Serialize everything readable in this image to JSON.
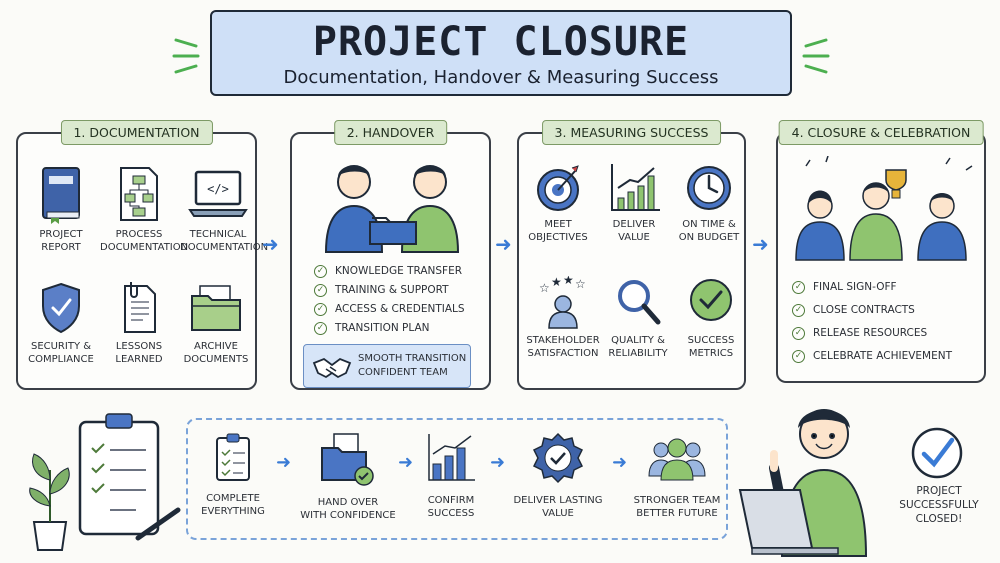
{
  "title": "PROJECT CLOSURE",
  "subtitle": "Documentation, Handover & Measuring Success",
  "panels": [
    {
      "tag": "1. DOCUMENTATION",
      "items": [
        {
          "icon": "report-book-icon",
          "label": "PROJECT REPORT"
        },
        {
          "icon": "flowchart-icon",
          "label": "PROCESS DOCUMENTATION"
        },
        {
          "icon": "laptop-code-icon",
          "label": "TECHNICAL DOCUMENTATION"
        },
        {
          "icon": "shield-icon",
          "label": "SECURITY & COMPLIANCE"
        },
        {
          "icon": "document-clip-icon",
          "label": "LESSONS LEARNED"
        },
        {
          "icon": "folder-archive-icon",
          "label": "ARCHIVE DOCUMENTS"
        }
      ]
    },
    {
      "tag": "2. HANDOVER",
      "checklist": [
        "KNOWLEDGE TRANSFER",
        "TRAINING & SUPPORT",
        "ACCESS & CREDENTIALS",
        "TRANSITION PLAN"
      ],
      "callout_line1": "SMOOTH TRANSITION",
      "callout_line2": "CONFIDENT TEAM"
    },
    {
      "tag": "3. MEASURING SUCCESS",
      "items": [
        {
          "icon": "target-icon",
          "label": "MEET OBJECTIVES"
        },
        {
          "icon": "growth-chart-icon",
          "label": "DELIVER VALUE"
        },
        {
          "icon": "clock-icon",
          "label": "ON TIME & ON BUDGET"
        },
        {
          "icon": "stakeholder-stars-icon",
          "label": "STAKEHOLDER SATISFACTION"
        },
        {
          "icon": "magnifier-icon",
          "label": "QUALITY & RELIABILITY"
        },
        {
          "icon": "check-circle-icon",
          "label": "SUCCESS METRICS"
        }
      ]
    },
    {
      "tag": "4. CLOSURE & CELEBRATION",
      "checklist": [
        "FINAL SIGN-OFF",
        "CLOSE CONTRACTS",
        "RELEASE RESOURCES",
        "CELEBRATE ACHIEVEMENT"
      ]
    }
  ],
  "flow": [
    {
      "icon": "clipboard-icon",
      "label_line1": "COMPLETE",
      "label_line2": "EVERYTHING"
    },
    {
      "icon": "folder-check-icon",
      "label_line1": "HAND OVER",
      "label_line2": "WITH CONFIDENCE"
    },
    {
      "icon": "bar-chart-icon",
      "label_line1": "CONFIRM",
      "label_line2": "SUCCESS"
    },
    {
      "icon": "badge-check-icon",
      "label_line1": "DELIVER LASTING",
      "label_line2": "VALUE"
    },
    {
      "icon": "team-icon",
      "label_line1": "STRONGER TEAM",
      "label_line2": "BETTER FUTURE"
    }
  ],
  "final": {
    "line1": "PROJECT",
    "line2": "SUCCESSFULLY",
    "line3": "CLOSED!"
  },
  "colors": {
    "accent_blue": "#3a7bd5",
    "accent_green": "#7fb069",
    "banner": "#cfe0f7",
    "tag": "#dbe9cf"
  }
}
